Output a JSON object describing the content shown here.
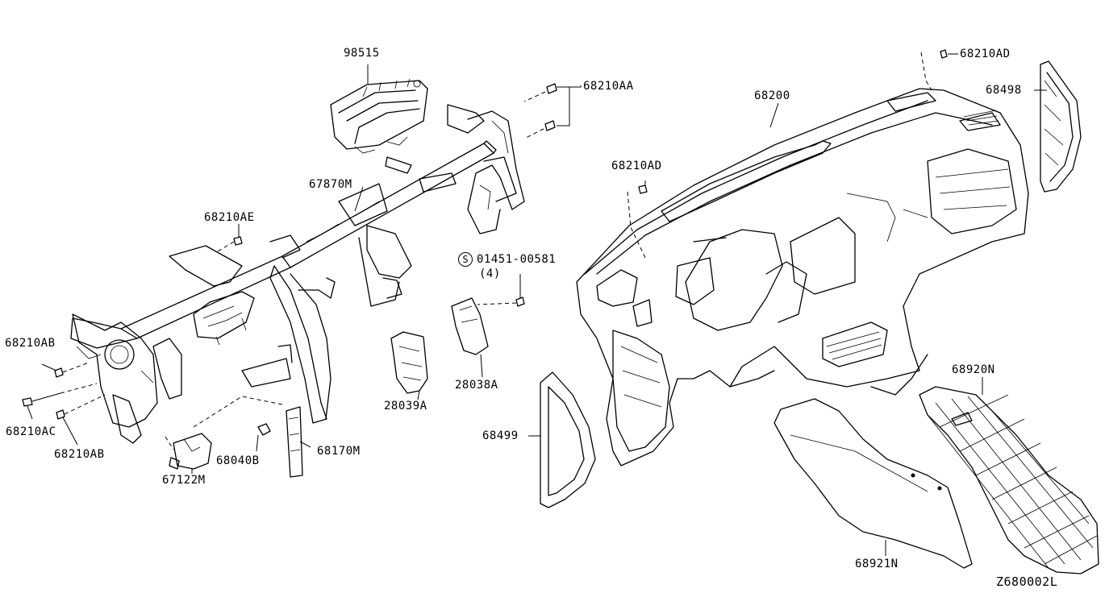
{
  "parts": {
    "airbag": "98515",
    "bolt_aa": "68210AA",
    "bolt_ad_top": "68210AD",
    "end_panel_right": "68498",
    "instrument_panel": "68200",
    "bolt_ad_mid": "68210AD",
    "steering_member": "67870M",
    "bolt_ae": "68210AE",
    "screw_spec": "01451-00581",
    "screw_qty": "(4)",
    "bolt_ab_left": "68210AB",
    "bolt_ac": "68210AC",
    "bolt_ab_lower": "68210AB",
    "bracket_67122": "67122M",
    "nut_68040": "68040B",
    "stay_68170": "68170M",
    "bracket_28039": "28039A",
    "bracket_28038": "28038A",
    "end_panel_left": "68499",
    "lower_cover_68920": "68920N",
    "lower_cover_68921": "68921N"
  },
  "diagram_code": "Z680002L",
  "screw_symbol": "S"
}
